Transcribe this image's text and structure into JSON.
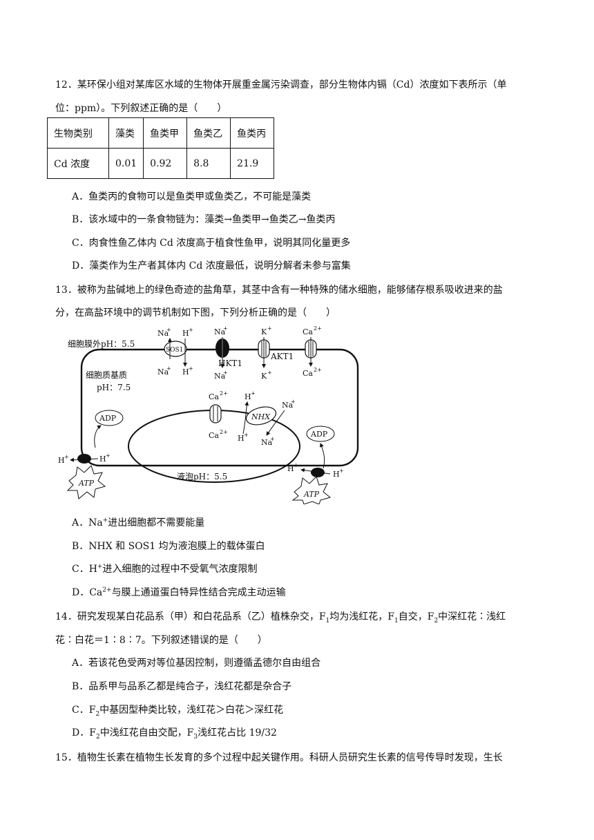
{
  "q12": {
    "line1": "12．某环保小组对某库区水域的生物体开展重金属污染调查，部分生物体内镉（Cd）浓度如下表所示（单",
    "line2": "位：ppm）。下列叙述正确的是（　　）",
    "table": {
      "header": [
        "生物类别",
        "藻类",
        "鱼类甲",
        "鱼类乙",
        "鱼类丙"
      ],
      "row": [
        "Cd 浓度",
        "0.01",
        "0.92",
        "8.8",
        "21.9"
      ]
    },
    "options": [
      "A．鱼类丙的食物可以是鱼类甲或鱼类乙，不可能是藻类",
      "B．该水域中的一条食物链为：藻类→鱼类甲→鱼类乙→鱼类丙",
      "C．肉食性鱼乙体内 Cd 浓度高于植食性鱼甲，说明其同化量更多",
      "D．藻类作为生产者其体内 Cd 浓度最低，说明分解者未参与富集"
    ]
  },
  "q13": {
    "line1": "13．被称为盐碱地上的绿色奇迹的盐角草，其茎中含有一种特殊的储水细胞，能够储存根系吸收进来的盐",
    "line2": "分，在高盐环境中的调节机制如下图，下列分析正确的是（　　）",
    "diagram": {
      "outside_label": "细胞膜外pH：5.5",
      "cytoplasm_label1": "细胞质基质",
      "cytoplasm_label2": "pH：7.5",
      "vacuole_label": "液泡pH：5.5",
      "sos1": "SOS1",
      "hkt1": "HKT1",
      "akt1": "AKT1",
      "nhx": "NHX",
      "adp": "ADP",
      "atp": "ATP",
      "na": "Na",
      "h": "H",
      "k": "K",
      "ca": "Ca",
      "plus": "+",
      "two_plus": "2+"
    },
    "options": {
      "a": {
        "pre": "A．Na",
        "sup": "+",
        "post": "进出细胞都不需要能量"
      },
      "b": "B．NHX 和 SOS1 均为液泡膜上的载体蛋白",
      "c": {
        "pre": "C．H",
        "sup": "+",
        "post": "进入细胞的过程中不受氧气浓度限制"
      },
      "d": {
        "pre": "D．Ca",
        "sup": "2+",
        "post": "与膜上通道蛋白特异性结合完成主动运输"
      }
    }
  },
  "q14": {
    "line1": {
      "a": "14．研究发现某白花品系（甲）和白花品系（乙）植株杂交，F",
      "s1": "1",
      "b": "均为浅红花，F",
      "s2": "1",
      "c": "自交，F",
      "s3": "2",
      "d": "中深红花∶浅红"
    },
    "line2": "花∶白花＝1∶8∶7。下列叙述错误的是（　　）",
    "options": {
      "a": "A．若该花色受两对等位基因控制，则遵循孟德尔自由组合",
      "b": "B．品系甲与品系乙都是纯合子，浅红花都是杂合子",
      "c": {
        "pre": "C．F",
        "sub": "2",
        "post": "中基因型种类比较，浅红花＞白花＞深红花"
      },
      "d": {
        "pre": "D．F",
        "sub": "2",
        "mid": "中浅红花自由交配，F",
        "sub2": "3",
        "post": "浅红花占比 19/32"
      }
    }
  },
  "q15": {
    "line1": "15．植物生长素在植物生长发育的多个过程中起关键作用。科研人员研究生长素的信号传导时发现，生长"
  }
}
